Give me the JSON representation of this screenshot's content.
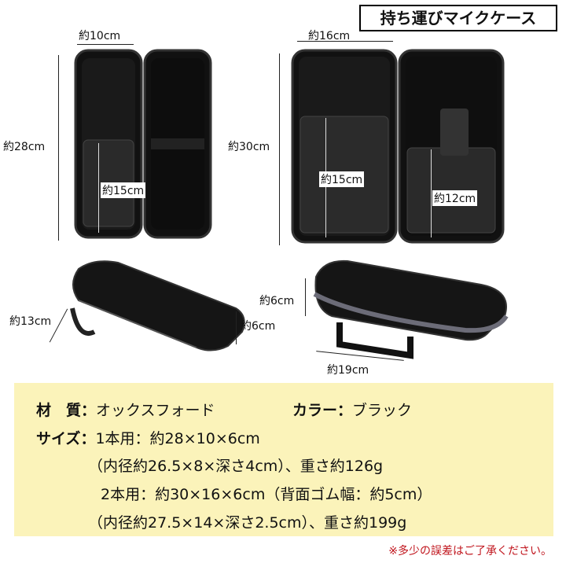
{
  "title": "持ち運びマイクケース",
  "dims": {
    "case1_width": "約10cm",
    "case1_height": "約28cm",
    "case1_pocket": "約15cm",
    "case2_width": "約16cm",
    "case2_height": "約30cm",
    "case2_pocket1": "約15cm",
    "case2_pocket2": "約12cm",
    "case1_depth_left": "約13cm",
    "case1_depth_right": "約6cm",
    "case2_depth": "約6cm",
    "case2_length": "約19cm"
  },
  "spec": {
    "material_label": "材　質",
    "colon": "：",
    "material_value": "オックスフォード",
    "color_label": "カラー",
    "color_value": "ブラック",
    "size_label": "サイズ",
    "size_line1": "1本用：約28×10×6cm",
    "size_line2": "（内径約26.5×8×深さ4cm）、重さ約126g",
    "size_line3": "2本用：約30×16×6cm（背面ゴム幅：約5cm）",
    "size_line4": "（内径約27.5×14×深さ2.5cm）、重さ約199g"
  },
  "note": "※多少の誤差はご了承ください。",
  "colors": {
    "panel": "#fbf3ba",
    "note": "#c0141c"
  }
}
